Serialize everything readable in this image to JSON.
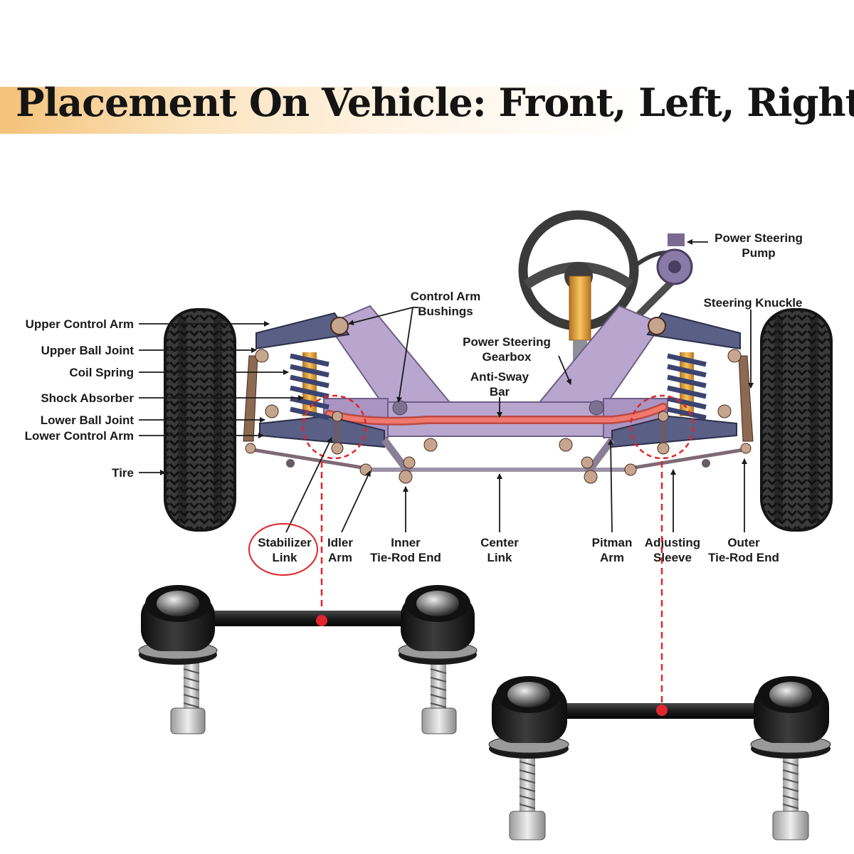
{
  "title": "Placement On Vehicle: Front, Left, Right",
  "labels": {
    "upper_control_arm": "Upper Control Arm",
    "upper_ball_joint": "Upper Ball Joint",
    "coil_spring": "Coil Spring",
    "shock_absorber": "Shock Absorber",
    "lower_ball_joint": "Lower Ball Joint",
    "lower_control_arm": "Lower Control Arm",
    "tire": "Tire",
    "control_arm_bushings": [
      "Control Arm",
      "Bushings"
    ],
    "power_steering_gearbox": [
      "Power Steering",
      "Gearbox"
    ],
    "anti_sway_bar": [
      "Anti-Sway",
      "Bar"
    ],
    "power_steering_pump": [
      "Power Steering",
      "Pump"
    ],
    "steering_knuckle": "Steering Knuckle",
    "stabilizer_link": [
      "Stabilizer",
      "Link"
    ],
    "idler_arm": [
      "Idler",
      "Arm"
    ],
    "inner_tie_rod_end": [
      "Inner",
      "Tie-Rod End"
    ],
    "center_link": [
      "Center",
      "Link"
    ],
    "pitman_arm": [
      "Pitman",
      "Arm"
    ],
    "adjusting_sleeve": [
      "Adjusting",
      "Sleeve"
    ],
    "outer_tie_rod_end": [
      "Outer",
      "Tie-Rod End"
    ]
  },
  "colors": {
    "highlight": "#e0262b",
    "frame": "#b9a6cf",
    "control_arm": "#5a5f86",
    "tire": "#2c2c2c",
    "sway_bar": "#f0786e",
    "shock": "#e6a23a",
    "title_band": "#f4c27a"
  }
}
